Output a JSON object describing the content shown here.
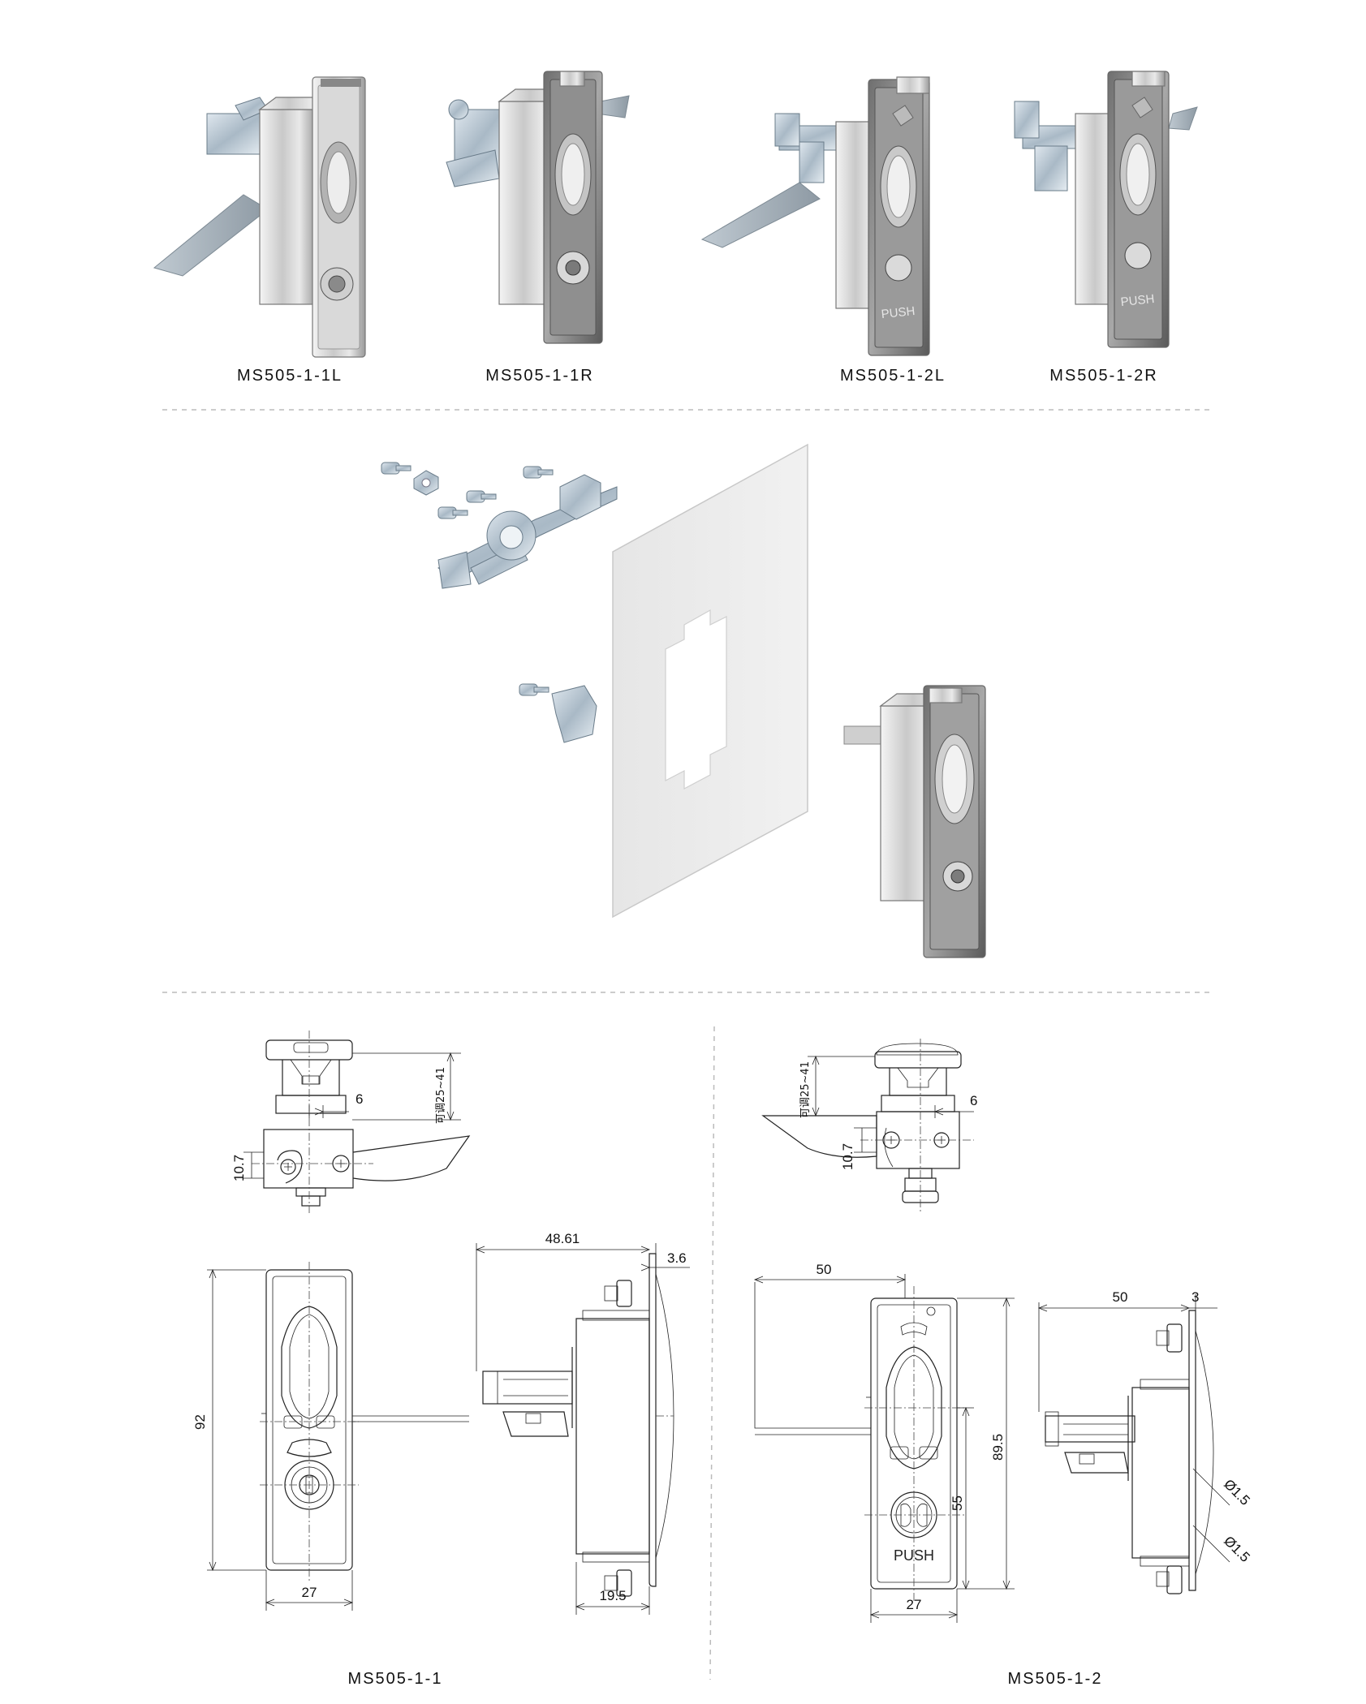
{
  "products": [
    {
      "label": "MS505-1-1L"
    },
    {
      "label": "MS505-1-1R"
    },
    {
      "label": "MS505-1-2L"
    },
    {
      "label": "MS505-1-2R"
    }
  ],
  "drawings": {
    "left": {
      "title": "MS505-1-1",
      "dims": {
        "adjust": "可调25~41",
        "six": "6",
        "ten_seven": "10.7",
        "height": "92",
        "width": "27",
        "depth": "48.61",
        "thick": "3.6",
        "side_width": "19.5"
      }
    },
    "right": {
      "title": "MS505-1-2",
      "dims": {
        "adjust": "可调25~41",
        "six": "6",
        "ten_seven": "10.7",
        "fifty_front": "50",
        "height": "89.5",
        "fifty_five": "55",
        "width": "27",
        "fifty_side": "50",
        "thick": "3",
        "dia1": "Ø1.5",
        "dia2": "Ø1.5",
        "push": "PUSH"
      }
    }
  },
  "plate_text": "PUSH"
}
